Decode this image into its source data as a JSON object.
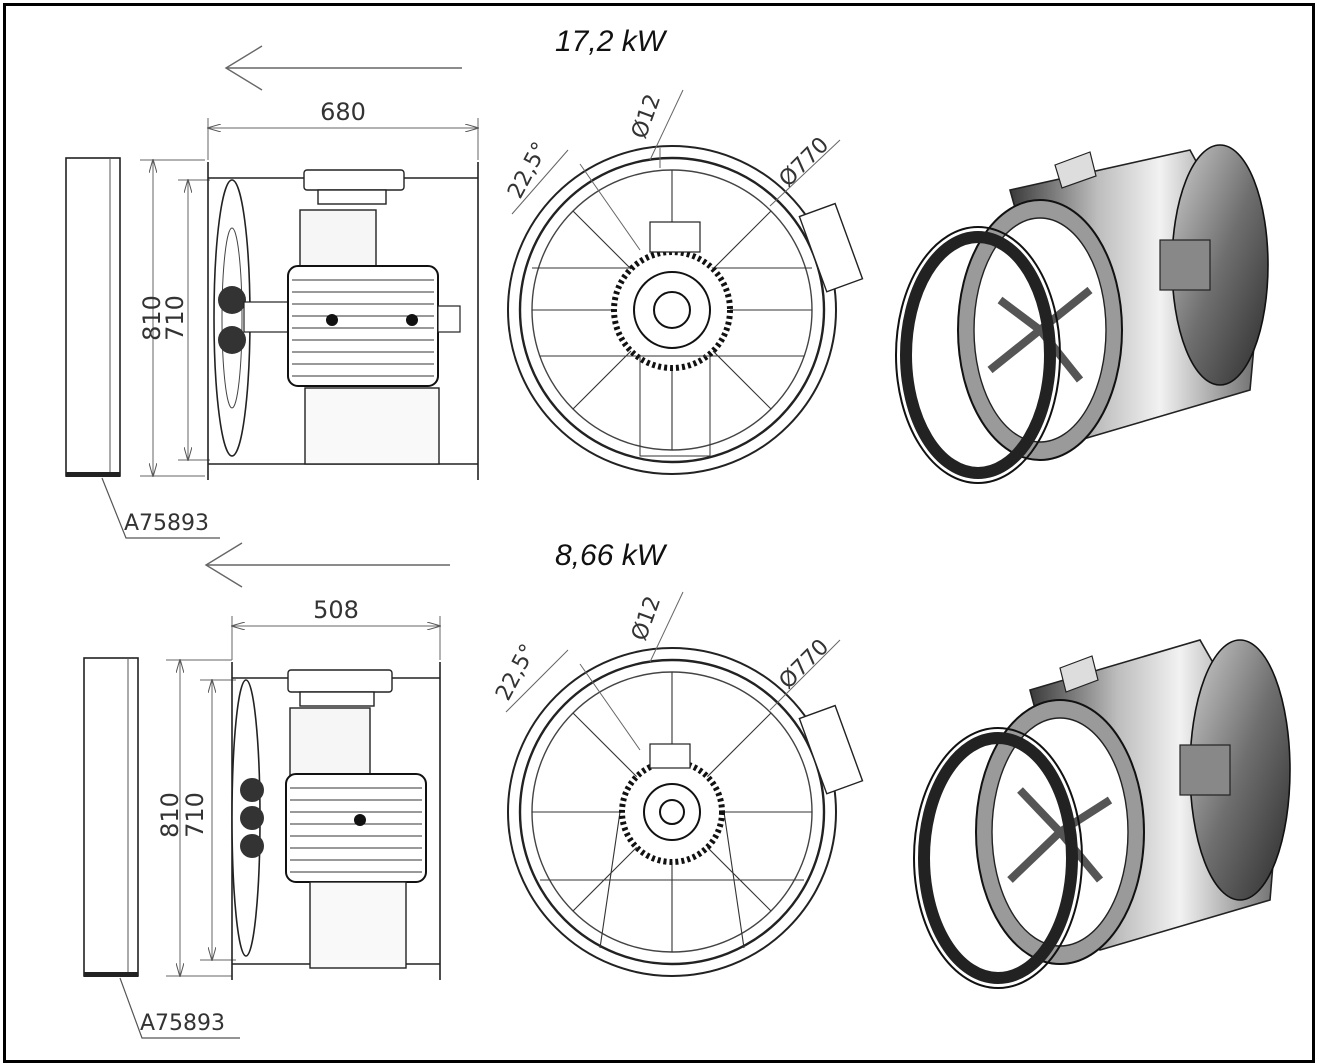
{
  "views": [
    {
      "power": "17,2 kW",
      "length_dim": "680",
      "outer_height_dim": "810",
      "inner_height_dim": "710",
      "hole_dim": "Ø12",
      "angle_dim": "22,5°",
      "diameter_dim": "Ø770",
      "part_label": "A75893"
    },
    {
      "power": "8,66 kW",
      "length_dim": "508",
      "outer_height_dim": "810",
      "inner_height_dim": "710",
      "hole_dim": "Ø12",
      "angle_dim": "22,5°",
      "diameter_dim": "Ø770",
      "part_label": "A75893"
    }
  ],
  "icons": [
    "airflow-arrow-icon",
    "fan-blade-icon",
    "motor-icon",
    "fan-wheel-icon"
  ]
}
